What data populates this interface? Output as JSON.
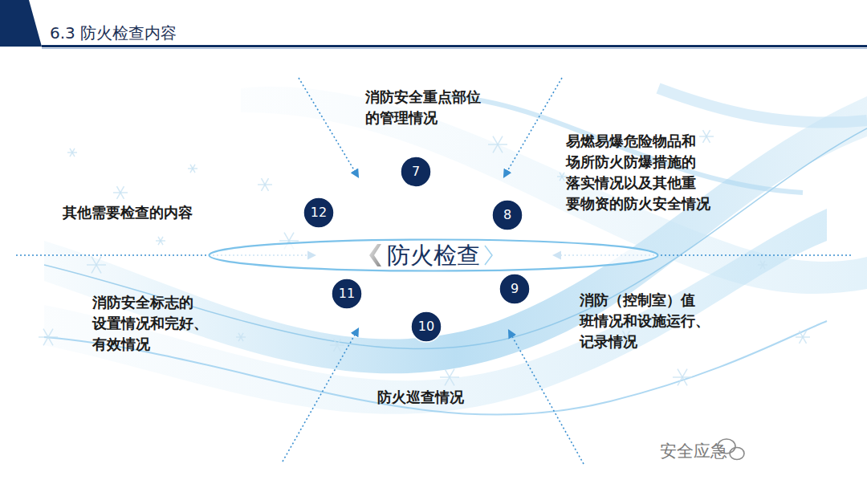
{
  "diagram": {
    "title": "6.3 防火检查内容",
    "nodes": [
      {
        "text": [
          "防火检查"
        ]
      },
      {
        "text": [
          "7"
        ]
      },
      {
        "text": [
          "8"
        ]
      },
      {
        "text": [
          "9"
        ]
      },
      {
        "text": [
          "10"
        ]
      },
      {
        "text": [
          "11"
        ]
      },
      {
        "text": [
          "12"
        ]
      }
    ],
    "labels": [
      "消防安全重点部位 的管理情况",
      "易燃易爆危险物品和 场所防火防爆措施的 落实情况以及其他重 要物资的防火安全情况",
      "消防（控制室）值 班情况和设施运行、 记录情况",
      "防火巡查情况",
      "消防安全标志的 设置情况和完好、 有效情况",
      "其他需要检查的内容",
      "安全应急"
    ]
  }
}
